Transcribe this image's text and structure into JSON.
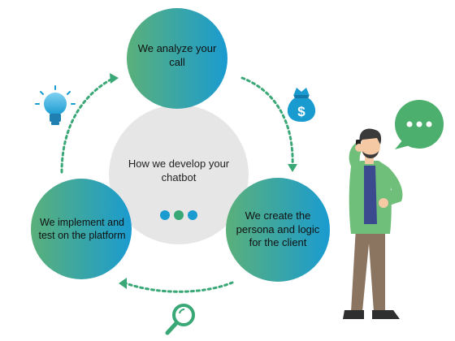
{
  "center": {
    "title": "How we develop your chatbot"
  },
  "steps": [
    {
      "text": "We analyze your call"
    },
    {
      "text": "We create the persona and logic for the client"
    },
    {
      "text": "We implement and test on the platform"
    }
  ],
  "icons": [
    "lightbulb-icon",
    "money-bag-icon",
    "search-icon",
    "speech-bubble-icon"
  ],
  "colors": {
    "gradient_start": "#5ab07a",
    "gradient_end": "#1a9bd0",
    "center_circle": "#e6e6e6",
    "dot_blue": "#1a9bd0",
    "dot_green": "#3aa876",
    "arrow": "#3aa876"
  }
}
